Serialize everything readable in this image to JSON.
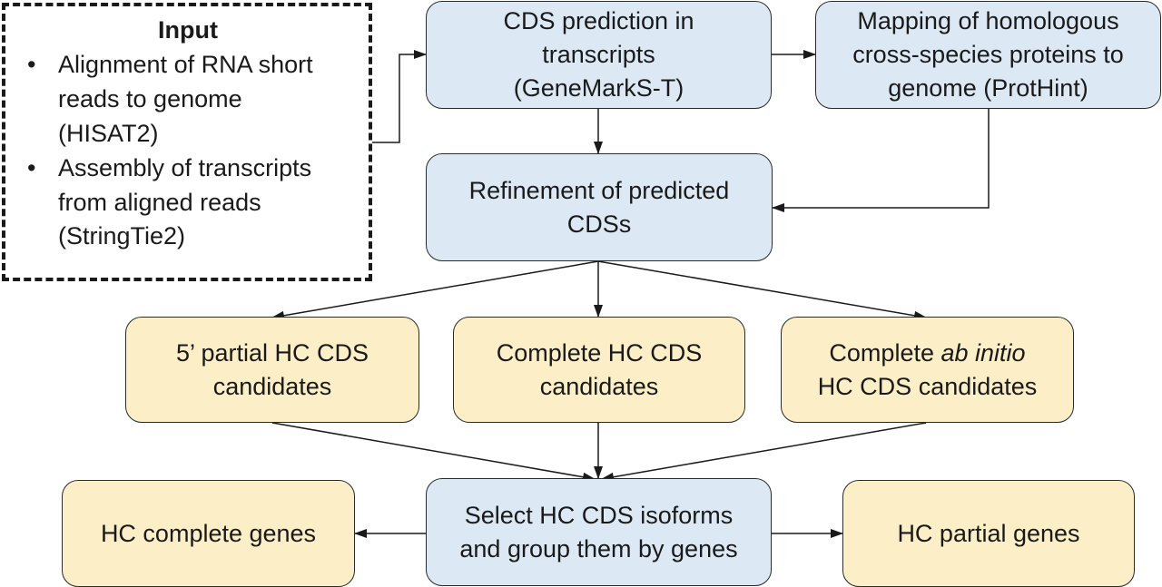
{
  "input_box": {
    "title": "Input",
    "items": [
      {
        "bullet": "•",
        "lines": [
          "Alignment of RNA short",
          "reads to genome",
          "(HISAT2)"
        ]
      },
      {
        "bullet": "•",
        "lines": [
          "Assembly of transcripts",
          "from aligned reads",
          "(StringTie2)"
        ]
      }
    ]
  },
  "nodes": {
    "cds_prediction": [
      "CDS prediction in",
      "transcripts",
      "(GeneMarkS-T)"
    ],
    "protein_mapping": [
      "Mapping of homologous",
      "cross-species proteins to",
      "genome (ProtHint)"
    ],
    "refinement": [
      "Refinement of predicted",
      "CDSs"
    ],
    "partial_5": [
      "5’ partial HC CDS",
      "candidates"
    ],
    "complete_hc": [
      "Complete HC CDS",
      "candidates"
    ],
    "complete_ab_initio": {
      "line1_prefix": "Complete ",
      "line1_italic": "ab initio",
      "line2": "HC CDS candidates"
    },
    "hc_complete_genes": [
      "HC complete genes"
    ],
    "select_isoforms": [
      "Select HC CDS isoforms",
      "and group them by genes"
    ],
    "hc_partial_genes": [
      "HC partial genes"
    ]
  },
  "colors": {
    "process_fill": "#dce9f5",
    "candidate_fill": "#fcefc7",
    "border": "#2b2b2b",
    "arrow": "#1a1a1a"
  }
}
